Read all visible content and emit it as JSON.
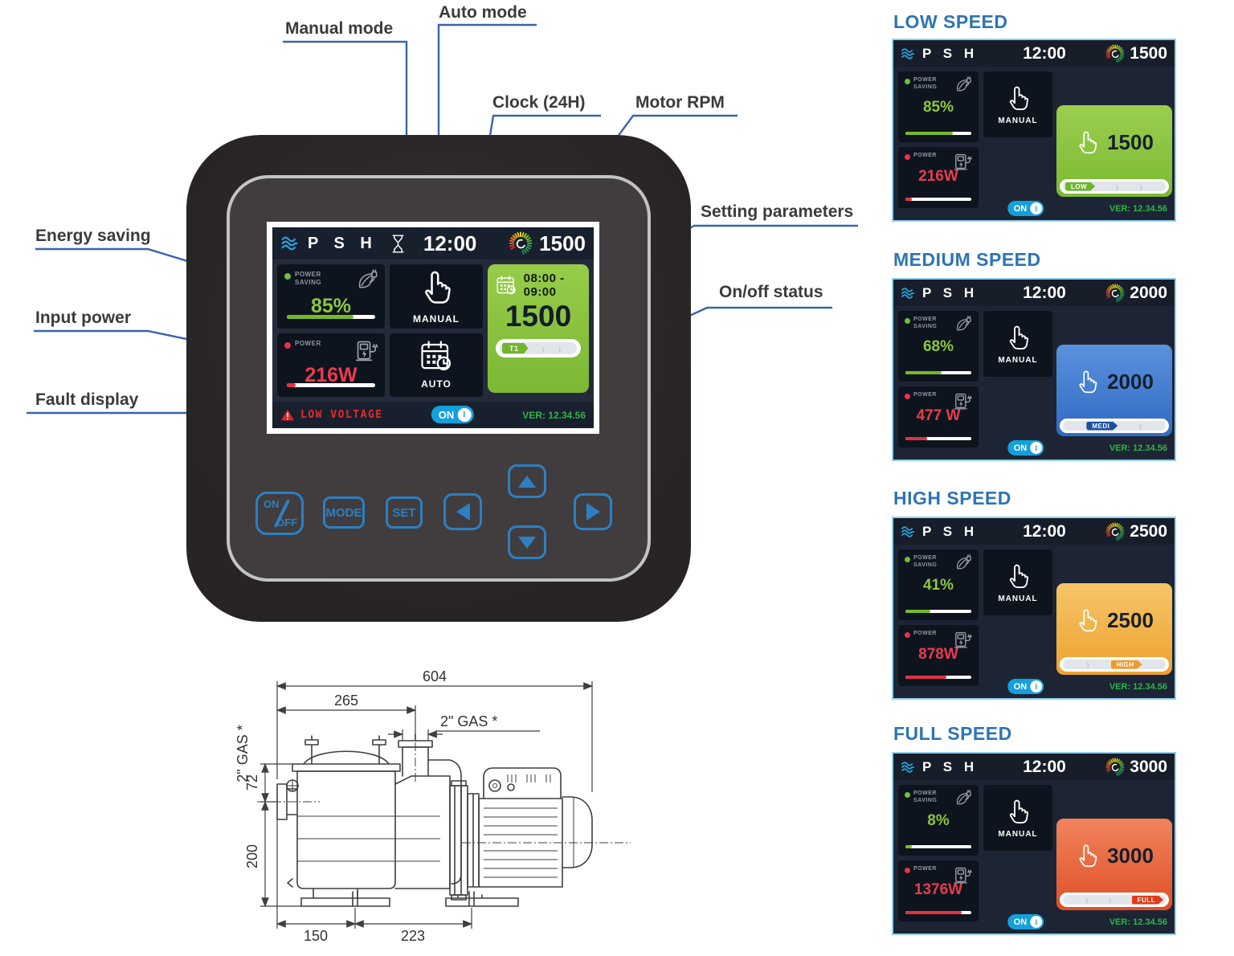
{
  "callouts": {
    "manual_mode": "Manual mode",
    "auto_mode": "Auto mode",
    "clock": "Clock (24H)",
    "motor_rpm": "Motor RPM",
    "setting_parameters": "Setting parameters",
    "onoff_status": "On/off status",
    "energy_saving": "Energy saving",
    "input_power": "Input power",
    "fault_display": "Fault display"
  },
  "labels": {
    "power_saving": "POWER SAVING",
    "power": "POWER",
    "manual": "MANUAL",
    "auto": "AUTO"
  },
  "keys": {
    "on": "ON",
    "off": "OFF",
    "mode": "MODE",
    "set": "SET"
  },
  "main_screen": {
    "brand": "P S H",
    "time": "12:00",
    "rpm": "1500",
    "saving_value": "85%",
    "saving_fill": 75,
    "power_value": "216W",
    "power_fill": 10,
    "schedule_time": "08:00 - 09:00",
    "schedule_rpm": "1500",
    "bar": [
      "pill:T1",
      "sp",
      "chev",
      "sp",
      "chev",
      "sp"
    ],
    "fault_text": "LOW VOLTAGE",
    "on_label": "ON",
    "on_mark": "I",
    "version": "VER: 12.34.56"
  },
  "speed_screens": [
    {
      "title": "LOW SPEED",
      "brand": "P S H",
      "time": "12:00",
      "rpm": "1500",
      "saving_value": "85%",
      "saving_fill": 72,
      "power_value": "216W",
      "power_fill": 10,
      "card_rpm": "1500",
      "speed_label": "LOW",
      "bar": [
        "pill:LOW",
        "sp",
        "chev",
        "sp",
        "chev",
        "sp"
      ],
      "on_label": "ON",
      "on_mark": "I",
      "version": "VER: 12.34.56",
      "accent": "#7cba33"
    },
    {
      "title": "MEDIUM SPEED",
      "brand": "P S H",
      "time": "12:00",
      "rpm": "2000",
      "saving_value": "68%",
      "saving_fill": 55,
      "power_value": "477 W",
      "power_fill": 33,
      "card_rpm": "2000",
      "speed_label": "MEDI",
      "bar": [
        "sp",
        "pill:MEDI",
        "sp",
        "chev",
        "sp"
      ],
      "on_label": "ON",
      "on_mark": "I",
      "version": "VER: 12.34.56",
      "accent": "#2f6ac4"
    },
    {
      "title": "HIGH SPEED",
      "brand": "P S H",
      "time": "12:00",
      "rpm": "2500",
      "saving_value": "41%",
      "saving_fill": 38,
      "power_value": "878W",
      "power_fill": 62,
      "card_rpm": "2500",
      "speed_label": "HIGH",
      "bar": [
        "sp",
        "chev",
        "sp",
        "pill:HIGH",
        "sp"
      ],
      "on_label": "ON",
      "on_mark": "I",
      "version": "VER: 12.34.56",
      "accent": "#eda12f"
    },
    {
      "title": "FULL SPEED",
      "brand": "P S H",
      "time": "12:00",
      "rpm": "3000",
      "saving_value": "8%",
      "saving_fill": 10,
      "power_value": "1376W",
      "power_fill": 85,
      "card_rpm": "3000",
      "speed_label": "FULL",
      "bar": [
        "sp",
        "chev",
        "sp",
        "chev",
        "sp",
        "pill:FULL"
      ],
      "on_label": "ON",
      "on_mark": "I",
      "version": "VER: 12.34.56",
      "accent": "#e04f28"
    }
  ],
  "pump_drawing": {
    "overall_length": "604",
    "length_to_port": "265",
    "top_port": "2\" GAS *",
    "inlet": "2\" GAS *",
    "inlet_offset": "72",
    "base_height": "200",
    "foot_front": "150",
    "foot_span": "223"
  },
  "colors": {
    "title_blue": "#2e74b5",
    "leader_blue": "#3a63ae",
    "saving_green": "#8dc63f",
    "power_red": "#ea3b50",
    "toggle_blue": "#14a0dc",
    "version_green": "#2eb34a",
    "card_low": "#7cba33",
    "card_medium": "#2f6ac4",
    "card_high": "#eda12f",
    "card_full": "#e04f28",
    "key_blue": "#2b80c4"
  }
}
